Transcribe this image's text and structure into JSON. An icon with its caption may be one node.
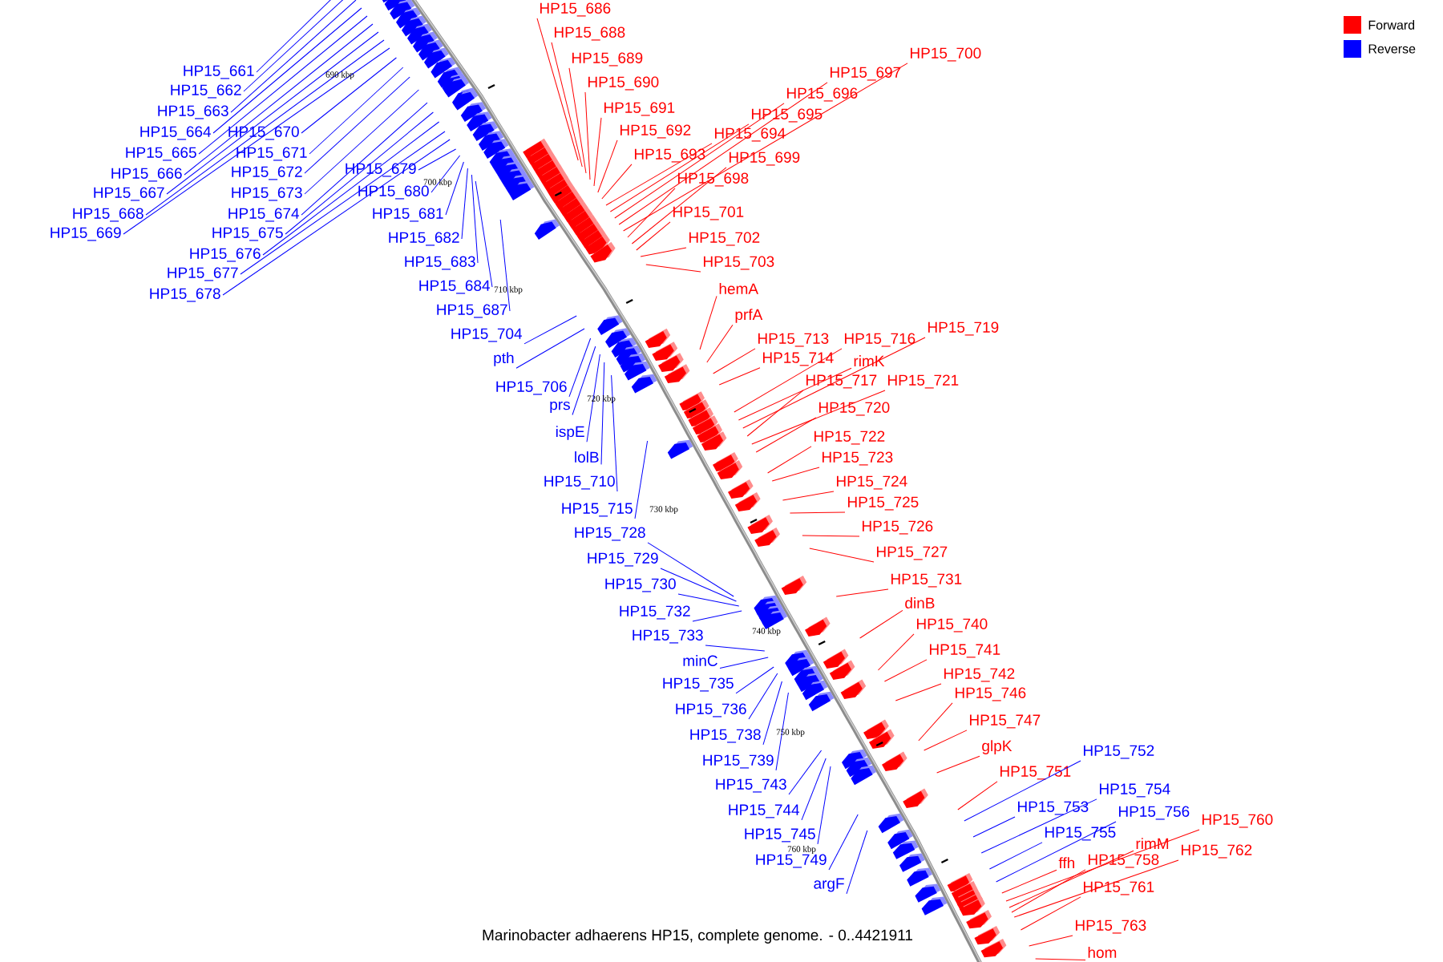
{
  "diagram": {
    "caption": "Marinobacter adhaerens HP15, complete genome. - 0..4421911",
    "nodes": [
      {
        "text": [
          "HP15_661"
        ]
      },
      {
        "text": [
          "HP15_662"
        ]
      },
      {
        "text": [
          "HP15_663"
        ]
      },
      {
        "text": [
          "HP15_664"
        ]
      },
      {
        "text": [
          "HP15_670"
        ]
      },
      {
        "text": [
          "HP15_665"
        ]
      },
      {
        "text": [
          "HP15_671"
        ]
      },
      {
        "text": [
          "HP15_666"
        ]
      },
      {
        "text": [
          "HP15_672"
        ]
      },
      {
        "text": [
          "HP15_667"
        ]
      },
      {
        "text": [
          "HP15_673"
        ]
      },
      {
        "text": [
          "HP15_679"
        ]
      },
      {
        "text": [
          "HP15_668"
        ]
      },
      {
        "text": [
          "HP15_674"
        ]
      },
      {
        "text": [
          "HP15_680"
        ]
      },
      {
        "text": [
          "HP15_669"
        ]
      },
      {
        "text": [
          "HP15_675"
        ]
      },
      {
        "text": [
          "HP15_681"
        ]
      },
      {
        "text": [
          "HP15_676"
        ]
      },
      {
        "text": [
          "HP15_682"
        ]
      },
      {
        "text": [
          "HP15_677"
        ]
      },
      {
        "text": [
          "HP15_683"
        ]
      },
      {
        "text": [
          "HP15_678"
        ]
      },
      {
        "text": [
          "HP15_684"
        ]
      },
      {
        "text": [
          "HP15_687"
        ]
      },
      {
        "text": [
          "HP15_686"
        ]
      },
      {
        "text": [
          "HP15_688"
        ]
      },
      {
        "text": [
          "HP15_689"
        ]
      },
      {
        "text": [
          "HP15_690"
        ]
      },
      {
        "text": [
          "HP15_691"
        ]
      },
      {
        "text": [
          "HP15_692"
        ]
      },
      {
        "text": [
          "HP15_693"
        ]
      },
      {
        "text": [
          "HP15_694"
        ]
      },
      {
        "text": [
          "HP15_695"
        ]
      },
      {
        "text": [
          "HP15_696"
        ]
      },
      {
        "text": [
          "HP15_697"
        ]
      },
      {
        "text": [
          "HP15_698"
        ]
      },
      {
        "text": [
          "HP15_699"
        ]
      },
      {
        "text": [
          "HP15_700"
        ]
      },
      {
        "text": [
          "HP15_701"
        ]
      },
      {
        "text": [
          "HP15_702"
        ]
      },
      {
        "text": [
          "HP15_703"
        ]
      },
      {
        "text": [
          "HP15_704"
        ]
      },
      {
        "text": [
          "pth"
        ]
      },
      {
        "text": [
          "HP15_706"
        ]
      },
      {
        "text": [
          "prs"
        ]
      },
      {
        "text": [
          "ispE"
        ]
      },
      {
        "text": [
          "lolB"
        ]
      },
      {
        "text": [
          "HP15_710"
        ]
      },
      {
        "text": [
          "HP15_715"
        ]
      },
      {
        "text": [
          "HP15_728"
        ]
      },
      {
        "text": [
          "HP15_729"
        ]
      },
      {
        "text": [
          "HP15_730"
        ]
      },
      {
        "text": [
          "HP15_732"
        ]
      },
      {
        "text": [
          "HP15_733"
        ]
      },
      {
        "text": [
          "minC"
        ]
      },
      {
        "text": [
          "HP15_735"
        ]
      },
      {
        "text": [
          "HP15_736"
        ]
      },
      {
        "text": [
          "HP15_738"
        ]
      },
      {
        "text": [
          "HP15_739"
        ]
      },
      {
        "text": [
          "HP15_743"
        ]
      },
      {
        "text": [
          "HP15_744"
        ]
      },
      {
        "text": [
          "HP15_745"
        ]
      },
      {
        "text": [
          "HP15_749"
        ]
      },
      {
        "text": [
          "argF"
        ]
      },
      {
        "text": [
          "hemA"
        ]
      },
      {
        "text": [
          "prfA"
        ]
      },
      {
        "text": [
          "HP15_713"
        ]
      },
      {
        "text": [
          "HP15_714"
        ]
      },
      {
        "text": [
          "HP15_716"
        ]
      },
      {
        "text": [
          "rimK"
        ]
      },
      {
        "text": [
          "HP15_719"
        ]
      },
      {
        "text": [
          "HP15_717"
        ]
      },
      {
        "text": [
          "HP15_721"
        ]
      },
      {
        "text": [
          "HP15_720"
        ]
      },
      {
        "text": [
          "HP15_722"
        ]
      },
      {
        "text": [
          "HP15_723"
        ]
      },
      {
        "text": [
          "HP15_724"
        ]
      },
      {
        "text": [
          "HP15_725"
        ]
      },
      {
        "text": [
          "HP15_726"
        ]
      },
      {
        "text": [
          "HP15_727"
        ]
      },
      {
        "text": [
          "HP15_731"
        ]
      },
      {
        "text": [
          "dinB"
        ]
      },
      {
        "text": [
          "HP15_740"
        ]
      },
      {
        "text": [
          "HP15_741"
        ]
      },
      {
        "text": [
          "HP15_742"
        ]
      },
      {
        "text": [
          "HP15_746"
        ]
      },
      {
        "text": [
          "HP15_747"
        ]
      },
      {
        "text": [
          "glpK"
        ]
      },
      {
        "text": [
          "HP15_751"
        ]
      },
      {
        "text": [
          "HP15_752"
        ]
      },
      {
        "text": [
          "HP15_753"
        ]
      },
      {
        "text": [
          "HP15_754"
        ]
      },
      {
        "text": [
          "HP15_755"
        ]
      },
      {
        "text": [
          "HP15_756"
        ]
      },
      {
        "text": [
          "HP15_760"
        ]
      },
      {
        "text": [
          "rimM"
        ]
      },
      {
        "text": [
          "HP15_762"
        ]
      },
      {
        "text": [
          "ffh"
        ]
      },
      {
        "text": [
          "HP15_758"
        ]
      },
      {
        "text": [
          "HP15_761"
        ]
      },
      {
        "text": [
          "HP15_763"
        ]
      },
      {
        "text": [
          "hom"
        ]
      }
    ],
    "edges": [
      {
        "from": 0,
        "to": null,
        "arrow": "none",
        "color": "#0000ff"
      },
      {
        "from": 1,
        "to": null,
        "arrow": "none",
        "color": "#0000ff"
      },
      {
        "from": 2,
        "to": null,
        "arrow": "none",
        "color": "#0000ff"
      },
      {
        "from": 3,
        "to": null,
        "arrow": "none",
        "color": "#0000ff"
      },
      {
        "from": 4,
        "to": null,
        "arrow": "none",
        "color": "#0000ff"
      },
      {
        "from": 5,
        "to": null,
        "arrow": "none",
        "color": "#0000ff"
      },
      {
        "from": 6,
        "to": null,
        "arrow": "none",
        "color": "#0000ff"
      },
      {
        "from": 7,
        "to": null,
        "arrow": "none",
        "color": "#0000ff"
      },
      {
        "from": 8,
        "to": null,
        "arrow": "none",
        "color": "#0000ff"
      },
      {
        "from": 9,
        "to": null,
        "arrow": "none",
        "color": "#0000ff"
      },
      {
        "from": 10,
        "to": null,
        "arrow": "none",
        "color": "#0000ff"
      },
      {
        "from": 11,
        "to": null,
        "arrow": "none",
        "color": "#0000ff"
      },
      {
        "from": 12,
        "to": null,
        "arrow": "none",
        "color": "#0000ff"
      },
      {
        "from": 13,
        "to": null,
        "arrow": "none",
        "color": "#0000ff"
      },
      {
        "from": 14,
        "to": null,
        "arrow": "none",
        "color": "#0000ff"
      },
      {
        "from": 15,
        "to": null,
        "arrow": "none",
        "color": "#0000ff"
      },
      {
        "from": 16,
        "to": null,
        "arrow": "none",
        "color": "#0000ff"
      },
      {
        "from": 17,
        "to": null,
        "arrow": "none",
        "color": "#0000ff"
      },
      {
        "from": 18,
        "to": null,
        "arrow": "none",
        "color": "#0000ff"
      },
      {
        "from": 19,
        "to": null,
        "arrow": "none",
        "color": "#0000ff"
      },
      {
        "from": 20,
        "to": null,
        "arrow": "none",
        "color": "#0000ff"
      },
      {
        "from": 21,
        "to": null,
        "arrow": "none",
        "color": "#0000ff"
      },
      {
        "from": 22,
        "to": null,
        "arrow": "none",
        "color": "#0000ff"
      },
      {
        "from": 23,
        "to": null,
        "arrow": "none",
        "color": "#0000ff"
      },
      {
        "from": 24,
        "to": null,
        "arrow": "none",
        "color": "#0000ff"
      },
      {
        "from": 25,
        "to": null,
        "arrow": "none",
        "color": "#ff0000"
      },
      {
        "from": 26,
        "to": null,
        "arrow": "none",
        "color": "#ff0000"
      },
      {
        "from": 27,
        "to": null,
        "arrow": "none",
        "color": "#ff0000"
      },
      {
        "from": 28,
        "to": null,
        "arrow": "none",
        "color": "#ff0000"
      },
      {
        "from": 29,
        "to": null,
        "arrow": "none",
        "color": "#ff0000"
      },
      {
        "from": 30,
        "to": null,
        "arrow": "none",
        "color": "#ff0000"
      },
      {
        "from": 31,
        "to": null,
        "arrow": "none",
        "color": "#ff0000"
      },
      {
        "from": 32,
        "to": null,
        "arrow": "none",
        "color": "#ff0000"
      },
      {
        "from": 33,
        "to": null,
        "arrow": "none",
        "color": "#ff0000"
      },
      {
        "from": 34,
        "to": null,
        "arrow": "none",
        "color": "#ff0000"
      },
      {
        "from": 35,
        "to": null,
        "arrow": "none",
        "color": "#ff0000"
      },
      {
        "from": 36,
        "to": null,
        "arrow": "none",
        "color": "#ff0000"
      },
      {
        "from": 37,
        "to": null,
        "arrow": "none",
        "color": "#ff0000"
      },
      {
        "from": 38,
        "to": null,
        "arrow": "none",
        "color": "#ff0000"
      },
      {
        "from": 39,
        "to": null,
        "arrow": "none",
        "color": "#ff0000"
      },
      {
        "from": 40,
        "to": null,
        "arrow": "none",
        "color": "#ff0000"
      },
      {
        "from": 41,
        "to": null,
        "arrow": "none",
        "color": "#ff0000"
      },
      {
        "from": 42,
        "to": null,
        "arrow": "none",
        "color": "#0000ff"
      },
      {
        "from": 43,
        "to": null,
        "arrow": "none",
        "color": "#0000ff"
      },
      {
        "from": 44,
        "to": null,
        "arrow": "none",
        "color": "#0000ff"
      },
      {
        "from": 45,
        "to": null,
        "arrow": "none",
        "color": "#0000ff"
      },
      {
        "from": 46,
        "to": null,
        "arrow": "none",
        "color": "#0000ff"
      },
      {
        "from": 47,
        "to": null,
        "arrow": "none",
        "color": "#0000ff"
      },
      {
        "from": 48,
        "to": null,
        "arrow": "none",
        "color": "#0000ff"
      },
      {
        "from": 49,
        "to": null,
        "arrow": "none",
        "color": "#0000ff"
      },
      {
        "from": 50,
        "to": null,
        "arrow": "none",
        "color": "#0000ff"
      },
      {
        "from": 51,
        "to": null,
        "arrow": "none",
        "color": "#0000ff"
      },
      {
        "from": 52,
        "to": null,
        "arrow": "none",
        "color": "#0000ff"
      },
      {
        "from": 53,
        "to": null,
        "arrow": "none",
        "color": "#0000ff"
      },
      {
        "from": 54,
        "to": null,
        "arrow": "none",
        "color": "#0000ff"
      },
      {
        "from": 55,
        "to": null,
        "arrow": "none",
        "color": "#0000ff"
      },
      {
        "from": 56,
        "to": null,
        "arrow": "none",
        "color": "#0000ff"
      },
      {
        "from": 57,
        "to": null,
        "arrow": "none",
        "color": "#0000ff"
      },
      {
        "from": 58,
        "to": null,
        "arrow": "none",
        "color": "#0000ff"
      },
      {
        "from": 59,
        "to": null,
        "arrow": "none",
        "color": "#0000ff"
      },
      {
        "from": 60,
        "to": null,
        "arrow": "none",
        "color": "#0000ff"
      },
      {
        "from": 61,
        "to": null,
        "arrow": "none",
        "color": "#0000ff"
      },
      {
        "from": 62,
        "to": null,
        "arrow": "none",
        "color": "#0000ff"
      },
      {
        "from": 63,
        "to": null,
        "arrow": "none",
        "color": "#0000ff"
      },
      {
        "from": 64,
        "to": null,
        "arrow": "none",
        "color": "#0000ff"
      },
      {
        "from": 65,
        "to": null,
        "arrow": "none",
        "color": "#ff0000"
      },
      {
        "from": 66,
        "to": null,
        "arrow": "none",
        "color": "#ff0000"
      },
      {
        "from": 67,
        "to": null,
        "arrow": "none",
        "color": "#ff0000"
      },
      {
        "from": 68,
        "to": null,
        "arrow": "none",
        "color": "#ff0000"
      },
      {
        "from": 69,
        "to": null,
        "arrow": "none",
        "color": "#ff0000"
      },
      {
        "from": 70,
        "to": null,
        "arrow": "none",
        "color": "#ff0000"
      },
      {
        "from": 71,
        "to": null,
        "arrow": "none",
        "color": "#ff0000"
      },
      {
        "from": 72,
        "to": null,
        "arrow": "none",
        "color": "#ff0000"
      },
      {
        "from": 73,
        "to": null,
        "arrow": "none",
        "color": "#ff0000"
      },
      {
        "from": 74,
        "to": null,
        "arrow": "none",
        "color": "#ff0000"
      },
      {
        "from": 75,
        "to": null,
        "arrow": "none",
        "color": "#ff0000"
      },
      {
        "from": 76,
        "to": null,
        "arrow": "none",
        "color": "#ff0000"
      },
      {
        "from": 77,
        "to": null,
        "arrow": "none",
        "color": "#ff0000"
      },
      {
        "from": 78,
        "to": null,
        "arrow": "none",
        "color": "#ff0000"
      },
      {
        "from": 79,
        "to": null,
        "arrow": "none",
        "color": "#ff0000"
      },
      {
        "from": 80,
        "to": null,
        "arrow": "none",
        "color": "#ff0000"
      },
      {
        "from": 81,
        "to": null,
        "arrow": "none",
        "color": "#ff0000"
      },
      {
        "from": 82,
        "to": null,
        "arrow": "none",
        "color": "#ff0000"
      },
      {
        "from": 83,
        "to": null,
        "arrow": "none",
        "color": "#ff0000"
      },
      {
        "from": 84,
        "to": null,
        "arrow": "none",
        "color": "#ff0000"
      },
      {
        "from": 85,
        "to": null,
        "arrow": "none",
        "color": "#ff0000"
      },
      {
        "from": 86,
        "to": null,
        "arrow": "none",
        "color": "#ff0000"
      },
      {
        "from": 87,
        "to": null,
        "arrow": "none",
        "color": "#ff0000"
      },
      {
        "from": 88,
        "to": null,
        "arrow": "none",
        "color": "#ff0000"
      },
      {
        "from": 89,
        "to": null,
        "arrow": "none",
        "color": "#ff0000"
      },
      {
        "from": 90,
        "to": null,
        "arrow": "none",
        "color": "#0000ff"
      },
      {
        "from": 91,
        "to": null,
        "arrow": "none",
        "color": "#0000ff"
      },
      {
        "from": 92,
        "to": null,
        "arrow": "none",
        "color": "#0000ff"
      },
      {
        "from": 93,
        "to": null,
        "arrow": "none",
        "color": "#0000ff"
      },
      {
        "from": 94,
        "to": null,
        "arrow": "none",
        "color": "#0000ff"
      },
      {
        "from": 95,
        "to": null,
        "arrow": "none",
        "color": "#ff0000"
      },
      {
        "from": 96,
        "to": null,
        "arrow": "none",
        "color": "#ff0000"
      },
      {
        "from": 97,
        "to": null,
        "arrow": "none",
        "color": "#ff0000"
      },
      {
        "from": 98,
        "to": null,
        "arrow": "none",
        "color": "#ff0000"
      },
      {
        "from": 99,
        "to": null,
        "arrow": "none",
        "color": "#ff0000"
      },
      {
        "from": 100,
        "to": null,
        "arrow": "none",
        "color": "#ff0000"
      },
      {
        "from": 101,
        "to": null,
        "arrow": "none",
        "color": "#ff0000"
      },
      {
        "from": 102,
        "to": null,
        "arrow": "none",
        "color": "#ff0000"
      }
    ],
    "labels": [
      "690 kbp",
      "700 kbp",
      "710 kbp",
      "720 kbp",
      "730 kbp",
      "740 kbp",
      "750 kbp",
      "760 kbp"
    ],
    "legend": [
      {
        "text": "Forward",
        "color": "#ff0000"
      },
      {
        "text": "Reverse",
        "color": "#0000ff"
      }
    ]
  }
}
